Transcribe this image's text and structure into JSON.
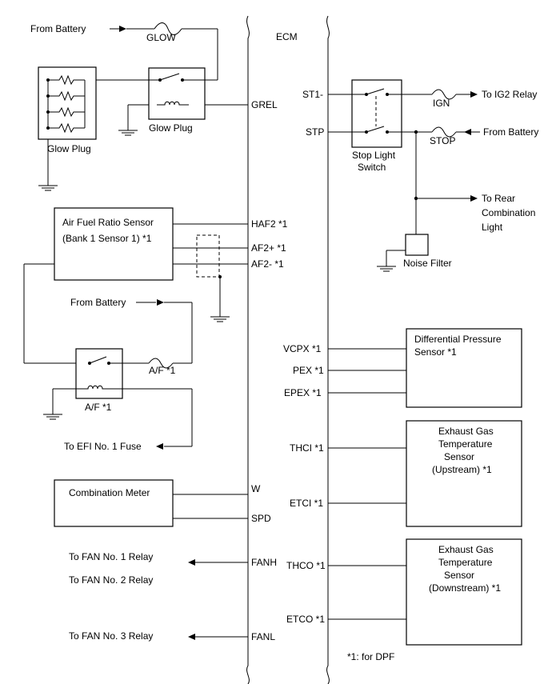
{
  "ecm": {
    "label": "ECM"
  },
  "glow_section": {
    "from_battery": "From Battery",
    "glow_fuse": "GLOW",
    "glow_plug_relay": "Glow Plug",
    "glow_plug": "Glow Plug",
    "grel": "GREL"
  },
  "af_section": {
    "sensor_line1": "Air Fuel Ratio Sensor",
    "sensor_line2": "(Bank 1 Sensor 1) *1",
    "haf2": "HAF2 *1",
    "af2_plus": "AF2+ *1",
    "af2_minus": "AF2- *1",
    "from_battery": "From Battery",
    "af_fuse": "A/F *1",
    "af_relay": "A/F *1",
    "efi_fuse": "To EFI No. 1 Fuse"
  },
  "meter_section": {
    "meter": "Combination Meter",
    "w": "W",
    "spd": "SPD"
  },
  "fan_section": {
    "fan1": "To FAN No. 1 Relay",
    "fan2": "To FAN No. 2 Relay",
    "fan3": "To FAN No. 3 Relay",
    "fanh": "FANH",
    "fanl": "FANL"
  },
  "stop_section": {
    "st1": "ST1-",
    "stp": "STP",
    "ign_fuse": "IGN",
    "ig2_relay": "To IG2 Relay",
    "stop_fuse": "STOP",
    "from_battery": "From Battery",
    "switch_line1": "Stop Light",
    "switch_line2": "Switch",
    "rear_line1": "To Rear",
    "rear_line2": "Combination",
    "rear_line3": "Light",
    "noise_filter": "Noise Filter"
  },
  "dp_section": {
    "vcpx": "VCPX *1",
    "pex": "PEX *1",
    "epex": "EPEX *1",
    "sensor_line1": "Differential Pressure",
    "sensor_line2": "Sensor *1"
  },
  "egt_up_section": {
    "thci": "THCI *1",
    "etci": "ETCI *1",
    "line1": "Exhaust Gas",
    "line2": "Temperature",
    "line3": "Sensor",
    "line4": "(Upstream) *1"
  },
  "egt_down_section": {
    "thco": "THCO *1",
    "etco": "ETCO *1",
    "line1": "Exhaust Gas",
    "line2": "Temperature",
    "line3": "Sensor",
    "line4": "(Downstream) *1"
  },
  "footnote": "*1: for DPF"
}
